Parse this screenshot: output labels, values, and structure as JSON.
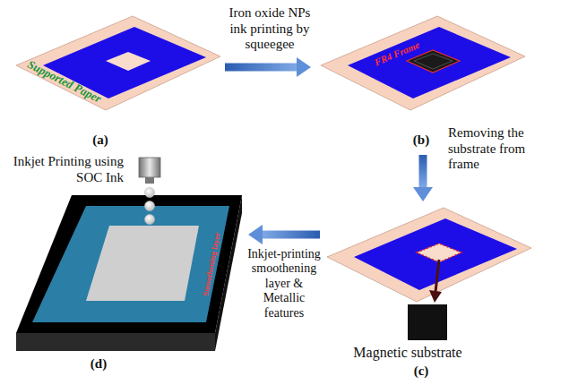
{
  "diagram": {
    "nodes": [
      {
        "text": [
          "Supported Paper",
          "(a)"
        ]
      },
      {
        "text": [
          "FR4 Frame",
          "(b)"
        ]
      },
      {
        "text": [
          "Magnetic substrate",
          "(c)"
        ]
      },
      {
        "text": [
          "Inkjet Printing using SOC Ink",
          "Smoothening layer",
          "(d)"
        ]
      }
    ],
    "edges": [
      {
        "from": 0,
        "to": 1,
        "arrow": "to",
        "label": "Iron oxide NPs ink printing by squeegee"
      },
      {
        "from": 1,
        "to": 2,
        "arrow": "to",
        "label": "Removing the substrate from frame"
      },
      {
        "from": 2,
        "to": 3,
        "arrow": "to",
        "label": "Inkjet-printing smoothening layer & Metallic features"
      }
    ]
  }
}
